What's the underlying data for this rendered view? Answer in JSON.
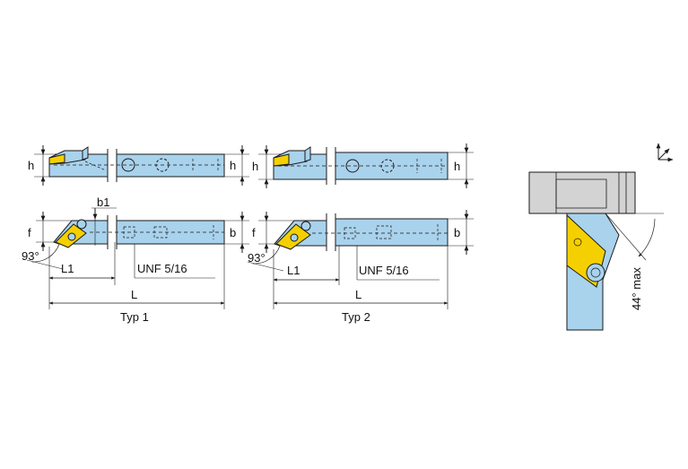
{
  "colors": {
    "body": "#a9d2ec",
    "insert": "#f5d000",
    "outline": "#1a1a1a",
    "gray": "#d3d3d3"
  },
  "labels": {
    "h": "h",
    "f": "f",
    "b": "b",
    "b1": "b1",
    "angle": "93°",
    "l1": "L1",
    "l": "L",
    "thread": "UNF 5/16",
    "typ1": "Typ 1",
    "typ2": "Typ 2",
    "max_angle": "44° max"
  },
  "icons": [
    "screw-icon",
    "axis-arrows-icon"
  ]
}
